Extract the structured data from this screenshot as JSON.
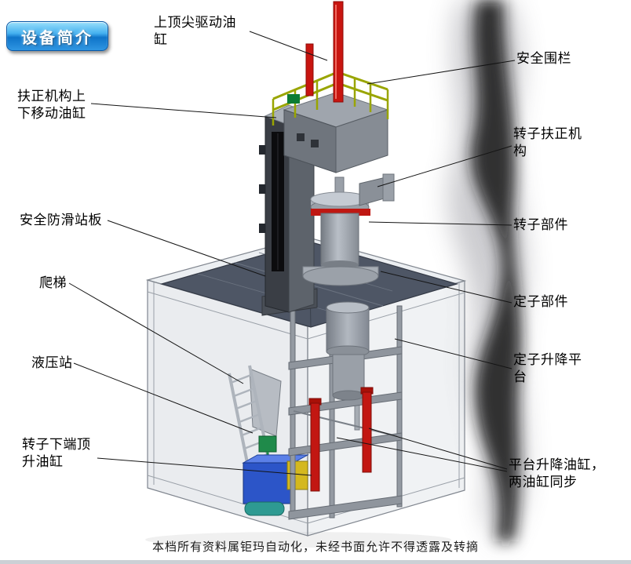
{
  "page": {
    "footer_text": "本档所有资料属钜玛自动化，未经书面允许不得透露及转摘",
    "background": "#ffffff"
  },
  "title_badge": {
    "label": "设备简介",
    "bg_top": "#9be0fb",
    "bg_bottom": "#0e74c9",
    "text_color": "#ffffff"
  },
  "callouts": [
    {
      "id": "top-drive-cylinder",
      "label": "上顶尖驱动油缸"
    },
    {
      "id": "safety-fence",
      "label": "安全围栏"
    },
    {
      "id": "centering-updown-cylinder",
      "label": "扶正机构上下移动油缸"
    },
    {
      "id": "rotor-centering-mechanism",
      "label": "转子扶正机构"
    },
    {
      "id": "anti-slip-platform",
      "label": "安全防滑站板"
    },
    {
      "id": "rotor-component",
      "label": "转子部件"
    },
    {
      "id": "ladder",
      "label": "爬梯"
    },
    {
      "id": "stator-component",
      "label": "定子部件"
    },
    {
      "id": "hydraulic-station",
      "label": "液压站"
    },
    {
      "id": "stator-lift-platform",
      "label": "定子升降平台"
    },
    {
      "id": "rotor-bottom-jack-cylinder",
      "label": "转子下端顶升油缸"
    },
    {
      "id": "platform-lift-cylinders",
      "label": "平台升降油缸，两油缸同步"
    }
  ],
  "illustration": {
    "description": "3D CAD render of a rotor/stator assembly station: tall press column with red drive cylinders, safety fence on top platform, rotor and stator parts, lifting frame inside a transparent enclosure, hydraulic station and ladder, dark smoke shadow on right side",
    "colors": {
      "cylinder_red": "#c21712",
      "frame_gray": "#9aa0a8",
      "deck_dark": "#4e5665",
      "hydraulic_blue": "#2c55c8",
      "fence_yellow": "#99a500",
      "pump_green": "#1f8a4a",
      "leader_line": "#141414"
    }
  }
}
